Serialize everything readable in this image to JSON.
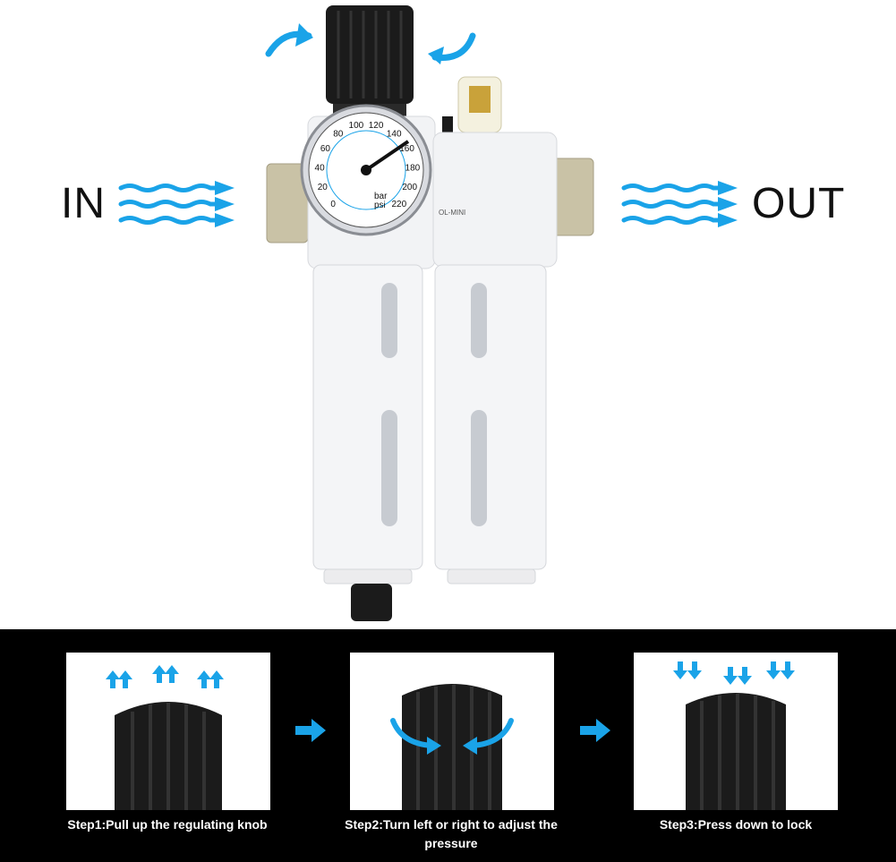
{
  "labels": {
    "in": "IN",
    "out": "OUT"
  },
  "gauge": {
    "psi_ticks": [
      "0",
      "20",
      "40",
      "60",
      "80",
      "100",
      "120",
      "140",
      "160",
      "180",
      "200",
      "220"
    ],
    "unit_bar": "bar",
    "unit_psi": "psi"
  },
  "lubricator": {
    "model": "OL-MINI"
  },
  "steps": [
    {
      "caption": "Step1:Pull up the regulating knob"
    },
    {
      "caption": "Step2:Turn left or right to adjust the pressure"
    },
    {
      "caption": "Step3:Press down to lock"
    }
  ],
  "colors": {
    "arrow_blue": "#1aa3e8",
    "housing": "#f2f3f5",
    "knob": "#1b1b1b",
    "port": "#c9c2a6"
  }
}
